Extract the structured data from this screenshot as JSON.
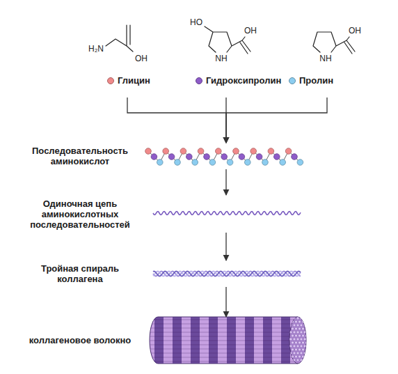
{
  "diagram": {
    "nodes": [
      {
        "text": [
          "H₂N",
          "OH"
        ]
      },
      {
        "text": [
          "HO",
          "NH",
          "OH"
        ]
      },
      {
        "text": [
          "NH",
          "OH"
        ]
      },
      {
        "text": [
          "Последовательность аминокислот"
        ]
      },
      {
        "text": [
          "Одиночная цепь аминокислотных последовательностей"
        ]
      },
      {
        "text": [
          "Тройная спираль коллагена"
        ]
      },
      {
        "text": [
          "коллагеновое волокно"
        ]
      }
    ],
    "edges": [
      {
        "from": 0,
        "to": 3,
        "arrow": "to"
      },
      {
        "from": 1,
        "to": 3,
        "arrow": "to"
      },
      {
        "from": 2,
        "to": 3,
        "arrow": "to"
      },
      {
        "from": 3,
        "to": 4,
        "arrow": "to"
      },
      {
        "from": 4,
        "to": 5,
        "arrow": "to"
      },
      {
        "from": 5,
        "to": 6,
        "arrow": "to"
      }
    ],
    "legend": [
      {
        "text": "Глицин",
        "color": "#f08a8a"
      },
      {
        "text": "Гидроксипролин",
        "color": "#8e5cc8"
      },
      {
        "text": "Пролин",
        "color": "#8ccdf0"
      }
    ]
  }
}
